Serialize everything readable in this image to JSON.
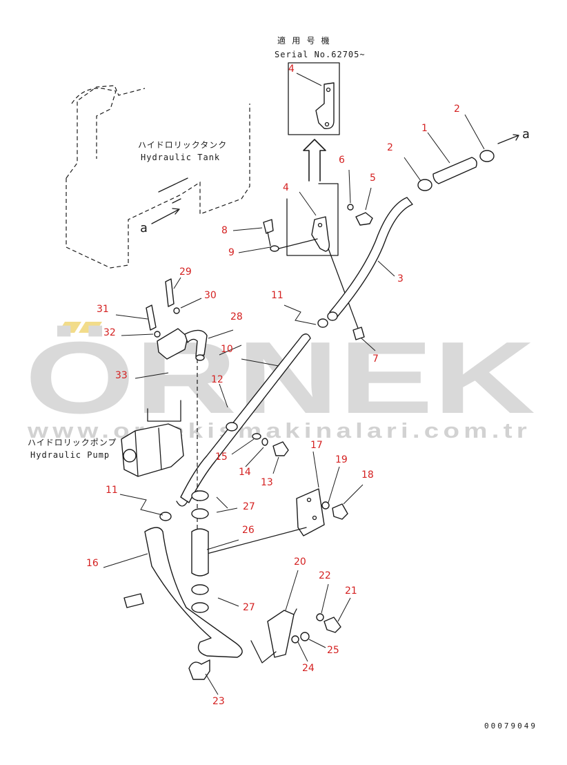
{
  "watermark": {
    "brand": "ÖRNEK",
    "url": "www.ornekismakinalari.com.tr",
    "color": "#d9d9d9",
    "accent_color": "#f2dc8a"
  },
  "labels": {
    "serial_jp": "適 用 号 機",
    "serial_en": "Serial No.62705~",
    "tank_jp": "ハイドロリックタンク",
    "tank_en": "Hydraulic Tank",
    "pump_jp": "ハイドロリックポンプ",
    "pump_en": "Hydraulic Pump",
    "ref_a": "a",
    "drawing_number": "00079049"
  },
  "callouts": {
    "n1": "1",
    "n2a": "2",
    "n2b": "2",
    "n3": "3",
    "n4a": "4",
    "n4b": "4",
    "n5": "5",
    "n6": "6",
    "n7": "7",
    "n8": "8",
    "n9": "9",
    "n10": "10",
    "n11a": "11",
    "n11b": "11",
    "n12": "12",
    "n13": "13",
    "n14": "14",
    "n15": "15",
    "n16": "16",
    "n17": "17",
    "n18": "18",
    "n19": "19",
    "n20": "20",
    "n21": "21",
    "n22": "22",
    "n23": "23",
    "n24": "24",
    "n25": "25",
    "n26": "26",
    "n27a": "27",
    "n27b": "27",
    "n28": "28",
    "n29": "29",
    "n30": "30",
    "n31": "31",
    "n32": "32",
    "n33": "33"
  },
  "colors": {
    "callout": "#d42020",
    "line": "#1a1a1a"
  }
}
